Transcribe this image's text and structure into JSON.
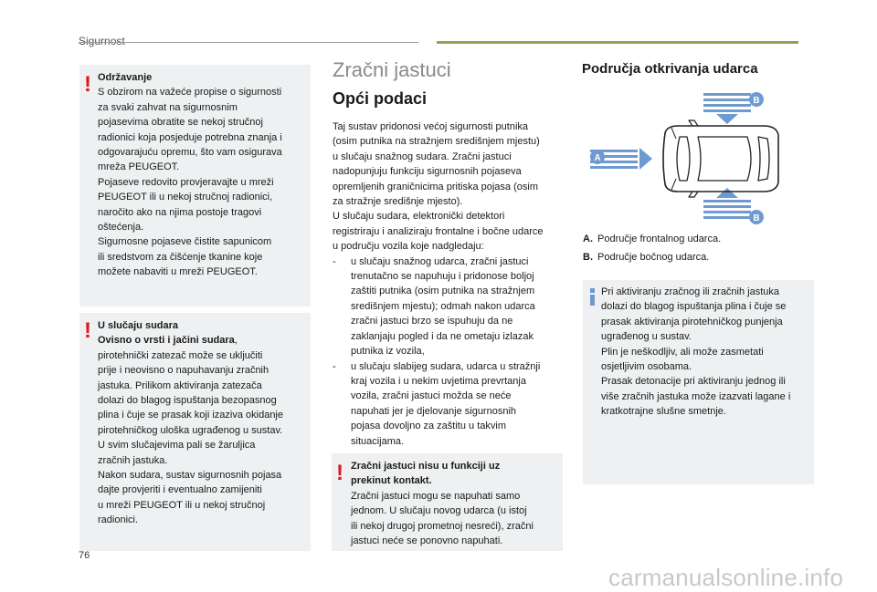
{
  "header": {
    "section": "Sigurnost"
  },
  "page_number": "76",
  "watermark": "carmanualsonline.info",
  "maintenance_box": {
    "title": "Održavanje",
    "lines": [
      "S obzirom na važeće propise o sigurnosti",
      "za svaki zahvat na sigurnosnim",
      "pojasevima obratite se nekoj stručnoj",
      "radionici koja posjeduje potrebna znanja i",
      "odgovarajuću opremu, što vam osigurava",
      "mreža PEUGEOT.",
      "Pojaseve redovito provjeravajte u mreži",
      "PEUGEOT ili u nekoj stručnoj radionici,",
      "naročito ako na njima postoje tragovi",
      "oštećenja.",
      "Sigurnosne pojaseve čistite sapunicom",
      "ili sredstvom za čišćenje tkanine koje",
      "možete nabaviti u mreži PEUGEOT."
    ]
  },
  "collision_box": {
    "title": "U slučaju sudara",
    "subtitle_bold": "Ovisno o vrsti i jačini sudara",
    "subtitle_rest": ",",
    "lines": [
      "pirotehnički zatezač može se uključiti",
      "prije i neovisno o napuhavanju zračnih",
      "jastuka. Prilikom aktiviranja zatezača",
      "dolazi do blagog ispuštanja bezopasnog",
      "plina i čuje se prasak koji izaziva okidanje",
      "pirotehničkog uloška ugrađenog u sustav.",
      "U svim slučajevima pali se žaruljica",
      "zračnih jastuka.",
      "Nakon sudara, sustav sigurnosnih pojasa",
      "dajte provjeriti i eventualno zamijeniti",
      "u mreži PEUGEOT ili u nekoj stručnoj",
      "radionici."
    ]
  },
  "airbags": {
    "section_title": "Zračni jastuci",
    "subtitle": "Opći podaci",
    "intro_lines": [
      "Taj sustav pridonosi većoj sigurnosti putnika",
      "(osim putnika na stražnjem središnjem mjestu)",
      "u slučaju snažnog sudara. Zračni jastuci",
      "nadopunjuju funkciju sigurnosnih pojaseva",
      "opremljenih graničnicima pritiska pojasa (osim",
      "za stražnje središnje mjesto).",
      "U slučaju sudara, elektronički detektori",
      "registriraju i analiziraju frontalne i bočne udarce",
      "u području vozila koje nadgledaju:"
    ],
    "bullet1_lines": [
      "u slučaju snažnog udarca, zračni jastuci",
      "trenutačno se napuhuju i pridonose boljoj",
      "zaštiti putnika (osim putnika na stražnjem",
      "središnjem mjestu); odmah nakon udarca",
      "zračni jastuci brzo se ispuhuju da ne",
      "zaklanjaju pogled i da ne ometaju izlazak",
      "putnika iz vozila,"
    ],
    "bullet2_lines": [
      "u slučaju slabijeg sudara, udarca u stražnji",
      "kraj vozila i u nekim uvjetima prevrtanja",
      "vozila, zračni jastuci možda se neće",
      "napuhati jer je djelovanje sigurnosnih",
      "pojasa dovoljno za zaštitu u takvim",
      "situacijama."
    ]
  },
  "not_working_box": {
    "title_lines": [
      "Zračni jastuci nisu u funkciji uz",
      "prekinut kontakt."
    ],
    "lines": [
      "Zračni jastuci mogu se napuhati samo",
      "jednom. U slučaju novog udarca (u istoj",
      "ili nekoj drugoj prometnoj nesreći), zračni",
      "jastuci neće se ponovno napuhati."
    ]
  },
  "detection": {
    "title": "Područja otkrivanja udarca",
    "diagram": {
      "label_front": "A",
      "label_side_top": "B",
      "label_side_bottom": "B",
      "accent_color": "#6f9ad0"
    },
    "legend": [
      {
        "key": "A.",
        "text": "Područje frontalnog udarca."
      },
      {
        "key": "B.",
        "text": "Područje bočnog udarca."
      }
    ]
  },
  "info_box": {
    "lines": [
      "Pri aktiviranju zračnog ili zračnih jastuka",
      "dolazi do blagog ispuštanja plina i čuje se",
      "prasak aktiviranja pirotehničkog punjenja",
      "ugrađenog u sustav.",
      "Plin je neškodljiv, ali može zasmetati",
      "osjetljivim osobama.",
      "Prasak detonacije pri aktiviranju jednog ili",
      "više zračnih jastuka može izazvati lagane i",
      "kratkotrajne slušne smetnje."
    ]
  },
  "colors": {
    "warning": "#d51b1b",
    "info": "#6f9ad0",
    "box_bg": "#eef0f1",
    "rule_green": "#8fa352"
  }
}
